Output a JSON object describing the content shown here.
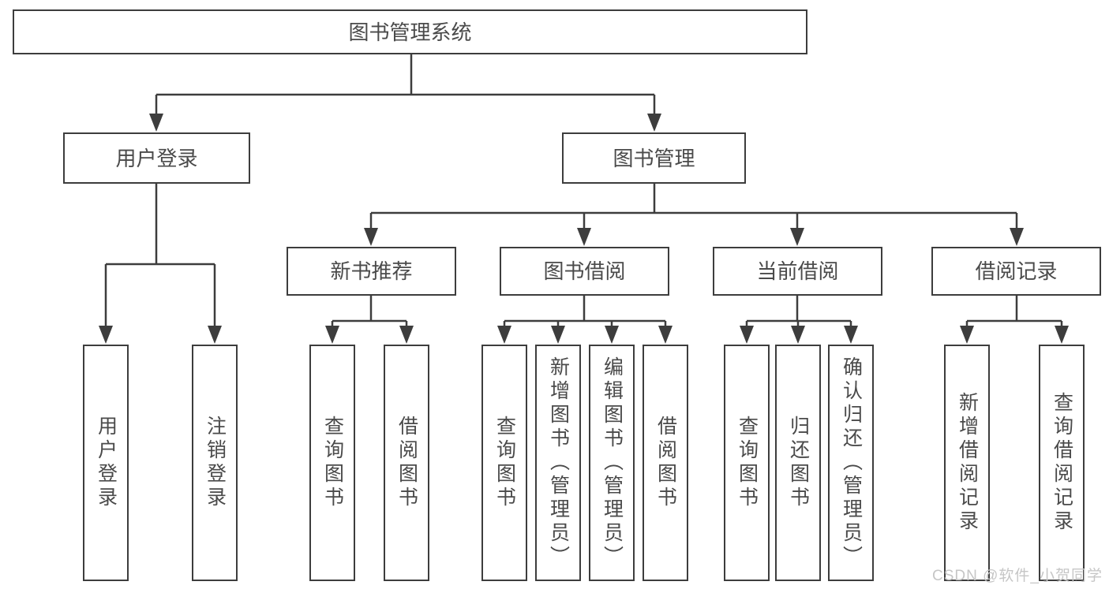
{
  "diagram": {
    "type": "hierarchy-tree",
    "root": {
      "label": "图书管理系统",
      "children": [
        {
          "label": "用户登录",
          "children": [
            {
              "label": "用户登录"
            },
            {
              "label": "注销登录"
            }
          ]
        },
        {
          "label": "图书管理",
          "children": [
            {
              "label": "新书推荐",
              "children": [
                {
                  "label": "查询图书"
                },
                {
                  "label": "借阅图书"
                }
              ]
            },
            {
              "label": "图书借阅",
              "children": [
                {
                  "label": "查询图书"
                },
                {
                  "label": "新增图书（管理员）"
                },
                {
                  "label": "编辑图书（管理员）"
                },
                {
                  "label": "借阅图书"
                }
              ]
            },
            {
              "label": "当前借阅",
              "children": [
                {
                  "label": "查询图书"
                },
                {
                  "label": "归还图书"
                },
                {
                  "label": "确认归还（管理员）"
                }
              ]
            },
            {
              "label": "借阅记录",
              "children": [
                {
                  "label": "新增借阅记录"
                },
                {
                  "label": "查询借阅记录"
                }
              ]
            }
          ]
        }
      ]
    },
    "colors": {
      "line": "#3d3d3d",
      "text": "#4a4a4a",
      "box_fill": "#ffffff",
      "background": "#ffffff"
    }
  },
  "watermark": {
    "text": "CSDN @软件_小贺同学",
    "color": "#c6c6c6"
  }
}
